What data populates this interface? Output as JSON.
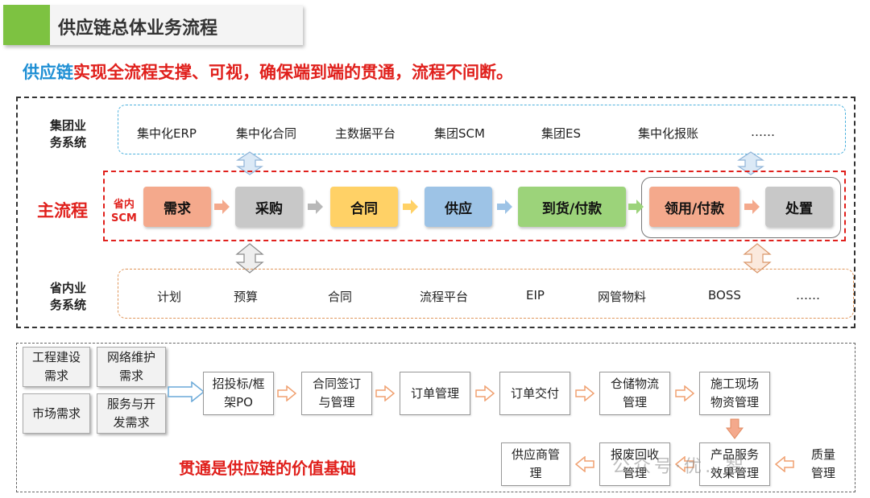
{
  "title": "供应链总体业务流程",
  "subtitle": {
    "highlight": "供应链",
    "rest": "实现全流程支撑、可视，确保端到端的贯通，流程不间断。"
  },
  "group_systems": {
    "label_line1": "集团业",
    "label_line2": "务系统",
    "items": [
      "集中化ERP",
      "集中化合同",
      "主数据平台",
      "集团SCM",
      "集团ES",
      "集中化报账",
      "……"
    ]
  },
  "main_flow": {
    "label": "主流程",
    "scm_line1": "省内",
    "scm_line2": "SCM",
    "steps": [
      {
        "label": "需求",
        "color": "#f4a98c"
      },
      {
        "label": "采购",
        "color": "#c8c8c8"
      },
      {
        "label": "合同",
        "color": "#ffd166"
      },
      {
        "label": "供应",
        "color": "#9dc3e6"
      },
      {
        "label": "到货/付款",
        "color": "#9cd37a"
      },
      {
        "label": "领用/付款",
        "color": "#f4a98c"
      },
      {
        "label": "处置",
        "color": "#c8c8c8"
      }
    ]
  },
  "province_systems": {
    "label_line1": "省内业",
    "label_line2": "务系统",
    "items": [
      "计划",
      "预算",
      "合同",
      "流程平台",
      "EIP",
      "网管物料",
      "BOSS",
      "……"
    ]
  },
  "requirements": [
    {
      "line1": "工程建设",
      "line2": "需求"
    },
    {
      "line1": "网络维护",
      "line2": "需求"
    },
    {
      "line1": "市场需求",
      "line2": ""
    },
    {
      "line1": "服务与开",
      "line2": "发需求"
    }
  ],
  "process_row1": [
    {
      "line1": "招投标/框",
      "line2": "架PO"
    },
    {
      "line1": "合同签订",
      "line2": "与管理"
    },
    {
      "line1": "订单管理",
      "line2": ""
    },
    {
      "line1": "订单交付",
      "line2": ""
    },
    {
      "line1": "仓储物流",
      "line2": "管理"
    },
    {
      "line1": "施工现场",
      "line2": "物资管理"
    }
  ],
  "process_row2": [
    {
      "line1": "供应商管",
      "line2": "理"
    },
    {
      "line1": "报废回收",
      "line2": "管理"
    },
    {
      "line1": "产品服务",
      "line2": "效果管理"
    },
    {
      "line1": "质量",
      "line2": "管理"
    }
  ],
  "foundation": "贯通是供应链的价值基础",
  "watermark": "公众号·优…智",
  "colors": {
    "accent_red": "#e0201c",
    "accent_blue": "#1e8fd4",
    "title_green": "#7dc241",
    "arrow_orange": "#f4a98c"
  }
}
